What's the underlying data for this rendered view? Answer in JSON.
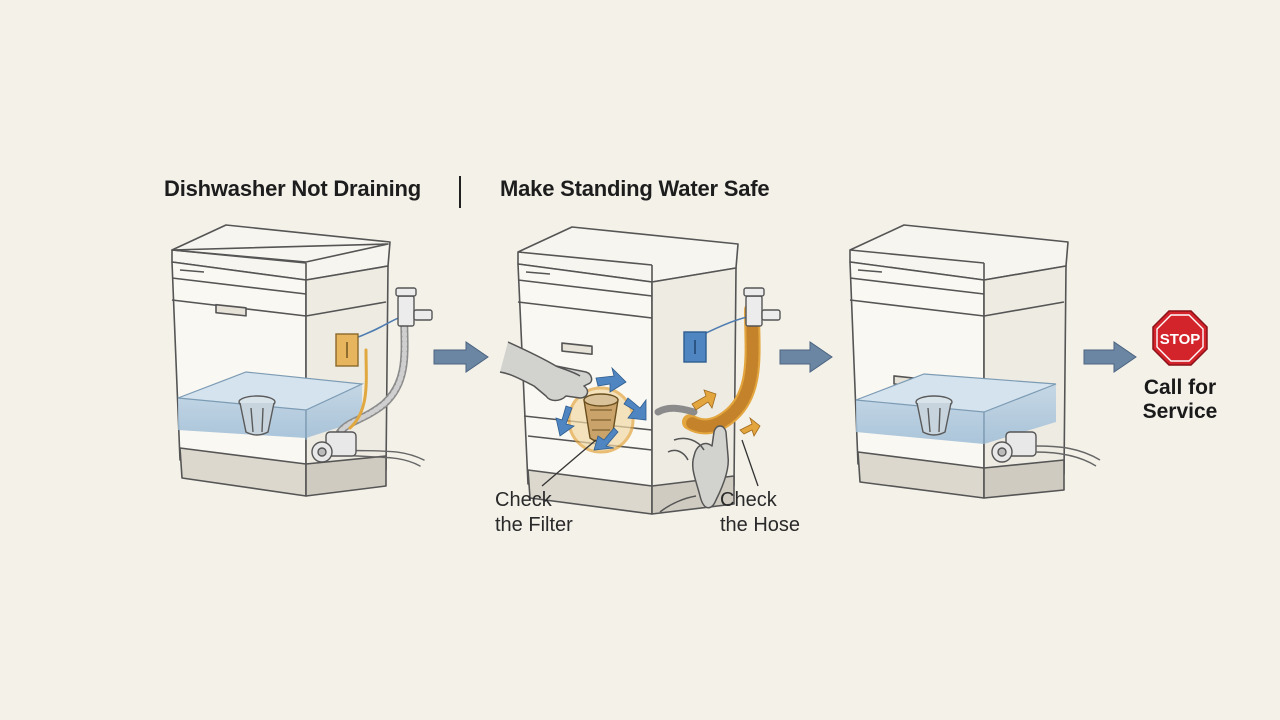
{
  "header": {
    "title_left": "Dishwasher Not Draining",
    "title_right": "Make Standing Water Safe"
  },
  "steps": {
    "check_filter": [
      "Check",
      "the Filter"
    ],
    "check_hose": [
      "Check",
      "the Hose"
    ]
  },
  "final": {
    "stop_sign": "STOP",
    "label": [
      "Call for",
      "Service"
    ]
  },
  "colors": {
    "background": "#f4f1e9",
    "water": "#a9c6dd",
    "accent_orange": "#e3a53e",
    "accent_blue": "#4f86c2",
    "arrow": "#6b86a3",
    "stop_red": "#d3232b"
  }
}
